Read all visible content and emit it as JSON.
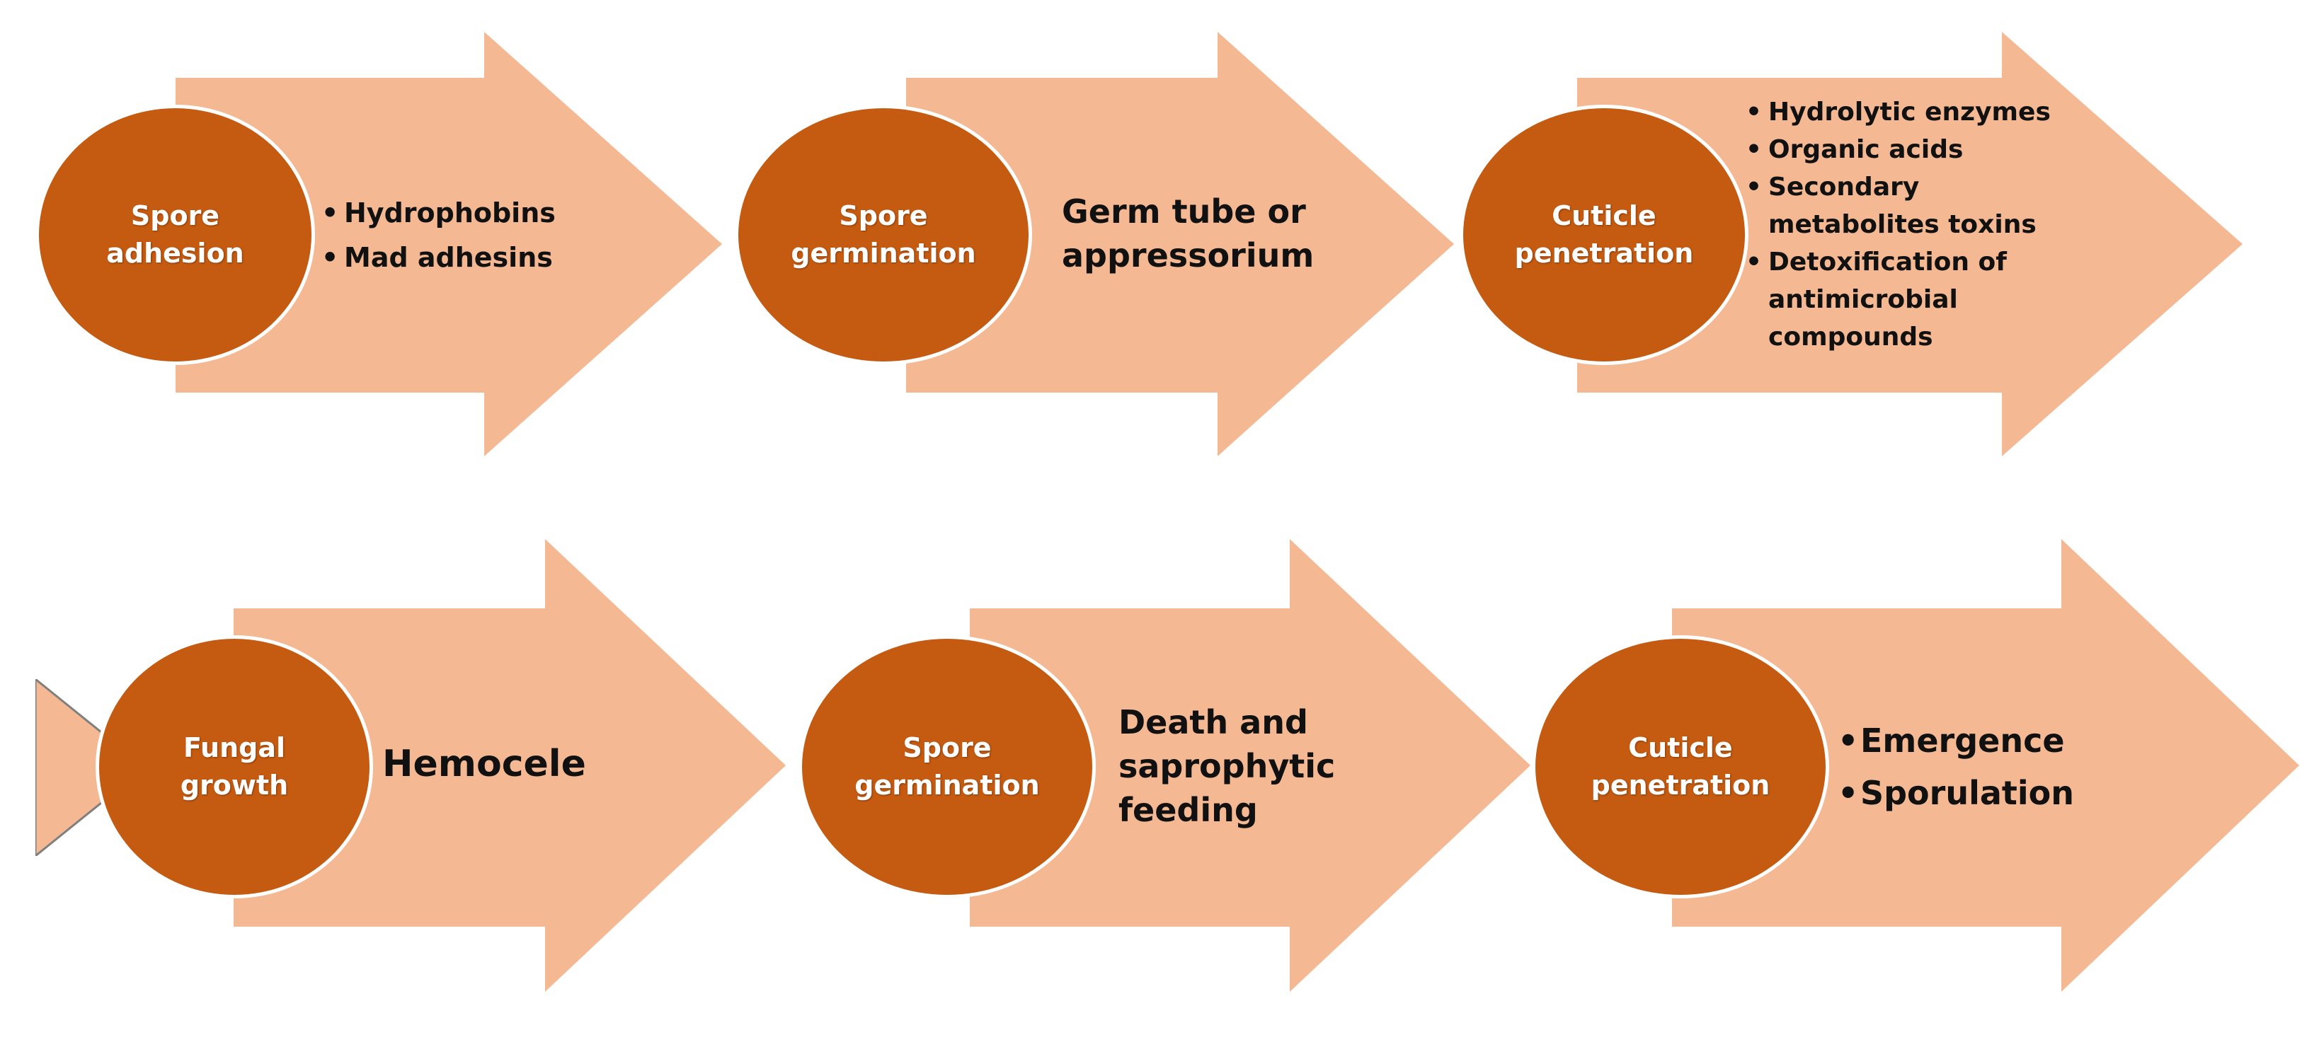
{
  "colors": {
    "arrow_fill": "#f4b993",
    "circle_fill": "#c55a11",
    "circle_text": "#ffffff",
    "detail_text": "#111111",
    "connector_fill": "#f4b993",
    "connector_stroke": "#7f7f7f"
  },
  "rows": [
    {
      "steps": [
        {
          "circle_label": "Spore\nadhesion",
          "detail_type": "bullets",
          "detail_items": [
            "Hydrophobins",
            "Mad adhesins"
          ]
        },
        {
          "circle_label": "Spore\ngermination",
          "detail_type": "text",
          "detail_text": "Germ tube or\nappressorium"
        },
        {
          "circle_label": "Cuticle\npenetration",
          "detail_type": "bullets",
          "detail_items": [
            "Hydrolytic enzymes",
            "Organic acids",
            "Secondary metabolites toxins",
            "Detoxification of antimicrobial compounds"
          ]
        }
      ]
    },
    {
      "steps": [
        {
          "circle_label": "Fungal\ngrowth",
          "detail_type": "text",
          "detail_text": "Hemocele"
        },
        {
          "circle_label": "Spore\ngermination",
          "detail_type": "text",
          "detail_text": "Death and\nsaprophytic\nfeeding"
        },
        {
          "circle_label": "Cuticle\npenetration",
          "detail_type": "bullets",
          "detail_items": [
            "Emergence",
            "Sporulation"
          ]
        }
      ]
    }
  ]
}
